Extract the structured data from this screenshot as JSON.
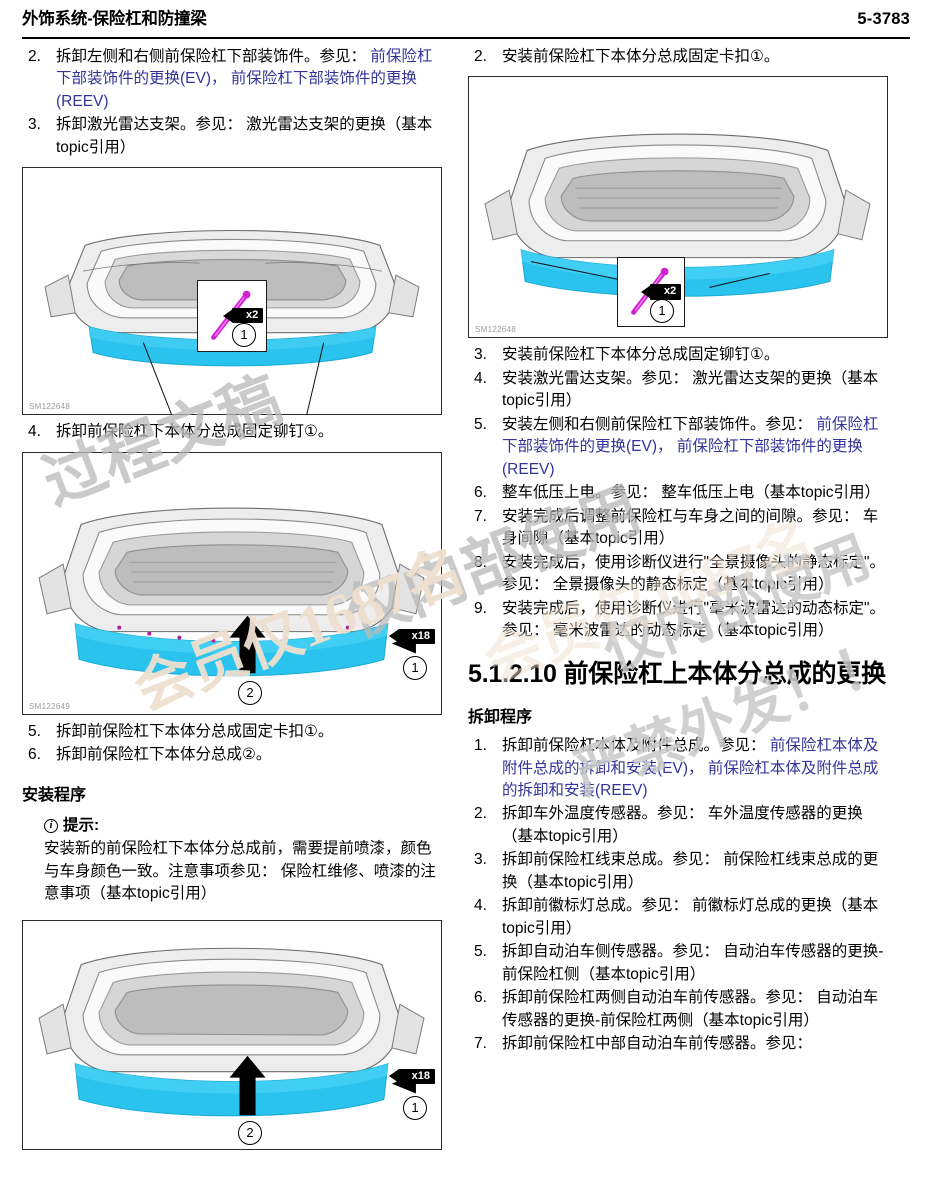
{
  "header": {
    "title": "外饰系统-保险杠和防撞梁",
    "page_number": "5-3783"
  },
  "left_column": {
    "steps_top": [
      {
        "num": "2.",
        "parts": [
          {
            "type": "text",
            "value": "拆卸左侧和右侧前保险杠下部装饰件。参见："
          },
          {
            "type": "link",
            "value": "前保险杠下部装饰件的更换(EV)，"
          },
          {
            "type": "link",
            "value": " 前保险杠下部装饰件的更换(REEV)"
          }
        ]
      },
      {
        "num": "3.",
        "parts": [
          {
            "type": "text",
            "value": "拆卸激光雷达支架。参见： 激光雷达支架的更换（基本topic引用）"
          }
        ]
      }
    ],
    "figure_1": {
      "id": "SM122648",
      "badge_count": "x2",
      "callout_number": "1"
    },
    "step_4": {
      "num": "4.",
      "text": "拆卸前保险杠下本体分总成固定铆钉①。"
    },
    "figure_2": {
      "id": "SM122649",
      "badge_count": "x18",
      "callout_number_1": "1",
      "callout_number_2": "2"
    },
    "steps_bottom": [
      {
        "num": "5.",
        "text": "拆卸前保险杠下本体分总成固定卡扣①。"
      },
      {
        "num": "6.",
        "text": "拆卸前保险杠下本体分总成②。"
      }
    ],
    "install_heading": "安装程序",
    "note": {
      "icon": "info-icon",
      "title": "提示:",
      "body": "安装新的前保险杠下本体分总成前，需要提前喷漆，颜色与车身颜色一致。注意事项参见： 保险杠维修、喷漆的注意事项（基本topic引用）"
    },
    "figure_3": {
      "badge_count": "x18",
      "callout_number_1": "1",
      "callout_number_2": "2"
    }
  },
  "right_column": {
    "step_2": {
      "num": "2.",
      "text": "安装前保险杠下本体分总成固定卡扣①。"
    },
    "figure_1": {
      "id": "SM122648",
      "badge_count": "x2",
      "callout_number": "1"
    },
    "steps_install": [
      {
        "num": "3.",
        "parts": [
          {
            "type": "text",
            "value": "安装前保险杠下本体分总成固定铆钉①。"
          }
        ]
      },
      {
        "num": "4.",
        "parts": [
          {
            "type": "text",
            "value": "安装激光雷达支架。参见： 激光雷达支架的更换（基本topic引用）"
          }
        ]
      },
      {
        "num": "5.",
        "parts": [
          {
            "type": "text",
            "value": "安装左侧和右侧前保险杠下部装饰件。参见："
          },
          {
            "type": "link",
            "value": "前保险杠下部装饰件的更换(EV)，"
          },
          {
            "type": "link",
            "value": " 前保险杠下部装饰件的更换(REEV)"
          }
        ]
      },
      {
        "num": "6.",
        "parts": [
          {
            "type": "text",
            "value": "整车低压上电。参见： 整车低压上电（基本topic引用）"
          }
        ]
      },
      {
        "num": "7.",
        "parts": [
          {
            "type": "text",
            "value": "安装完成后调整前保险杠与车身之间的间隙。参见： 车身间隙（基本topic引用）"
          }
        ]
      },
      {
        "num": "8.",
        "parts": [
          {
            "type": "text",
            "value": "安装完成后，使用诊断仪进行\"全景摄像头的静态标定\"。参见： 全景摄像头的静态标定（基本topic引用）"
          }
        ]
      },
      {
        "num": "9.",
        "parts": [
          {
            "type": "text",
            "value": "安装完成后，使用诊断仪进行\"毫米波雷达的动态标定\"。参见： 毫米波雷达的动态标定（基本topic引用）"
          }
        ]
      }
    ],
    "section_heading": "5.1.2.10 前保险杠上本体分总成的更换",
    "removal_heading": "拆卸程序",
    "steps_removal": [
      {
        "num": "1.",
        "parts": [
          {
            "type": "text",
            "value": "拆卸前保险杠本体及附件总成。参见： "
          },
          {
            "type": "link",
            "value": "前保险杠本体及附件总成的拆卸和安装(EV)，"
          },
          {
            "type": "link",
            "value": " 前保险杠本体及附件总成的拆卸和安装(REEV)"
          }
        ]
      },
      {
        "num": "2.",
        "parts": [
          {
            "type": "text",
            "value": "拆卸车外温度传感器。参见： 车外温度传感器的更换（基本topic引用）"
          }
        ]
      },
      {
        "num": "3.",
        "parts": [
          {
            "type": "text",
            "value": "拆卸前保险杠线束总成。参见： 前保险杠线束总成的更换（基本topic引用）"
          }
        ]
      },
      {
        "num": "4.",
        "parts": [
          {
            "type": "text",
            "value": "拆卸前徽标灯总成。参见： 前徽标灯总成的更换（基本topic引用）"
          }
        ]
      },
      {
        "num": "5.",
        "parts": [
          {
            "type": "text",
            "value": "拆卸自动泊车侧传感器。参见： 自动泊车传感器的更换-前保险杠侧（基本topic引用）"
          }
        ]
      },
      {
        "num": "6.",
        "parts": [
          {
            "type": "text",
            "value": "拆卸前保险杠两侧自动泊车前传感器。参见： 自动泊车传感器的更换-前保险杠两侧（基本topic引用）"
          }
        ]
      },
      {
        "num": "7.",
        "parts": [
          {
            "type": "text",
            "value": "拆卸前保险杠中部自动泊车前传感器。参见："
          }
        ]
      }
    ]
  },
  "watermark": {
    "line_1": "过程文稿",
    "line_2": "仅内部使用",
    "line_3": "会员仅1687名",
    "line_4": "严禁外发！！"
  },
  "colors": {
    "link": "#33339a",
    "highlight_cyan": "#29c3ee",
    "rivet_magenta": "#d11fd1",
    "badge_black": "#000000"
  }
}
